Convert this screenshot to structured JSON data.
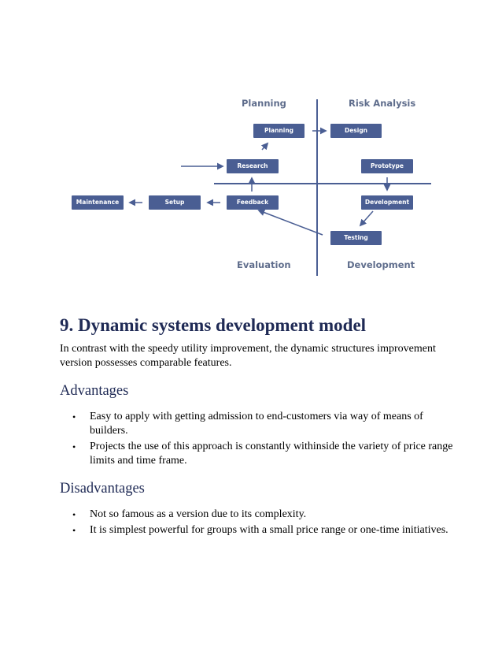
{
  "diagram": {
    "quadrants": {
      "top_left": "Planning",
      "top_right": "Risk Analysis",
      "bottom_left": "Evaluation",
      "bottom_right": "Development"
    },
    "boxes": {
      "planning": "Planning",
      "design": "Design",
      "research": "Research",
      "prototype": "Prototype",
      "maintenance": "Maintenance",
      "setup": "Setup",
      "feedback": "Feedback",
      "development": "Development",
      "testing": "Testing"
    },
    "colors": {
      "box": "#4a5e93",
      "axis": "#4a5e93",
      "quadrant_label": "#5f6d8c"
    }
  },
  "section": {
    "title": "9. Dynamic systems development model",
    "intro": "In contrast with the speedy utility improvement, the dynamic structures improvement version possesses comparable features.",
    "advantages_heading": "Advantages",
    "advantages": [
      "Easy to apply with getting admission to end-customers via way of means of builders.",
      "Projects the use of this approach is constantly withinside the variety of price range limits and time frame."
    ],
    "disadvantages_heading": "Disadvantages",
    "disadvantages": [
      "Not so famous as a version due to its complexity.",
      "It is simplest powerful for groups with a small price range or one-time initiatives."
    ],
    "bullet_glyph": "•"
  }
}
